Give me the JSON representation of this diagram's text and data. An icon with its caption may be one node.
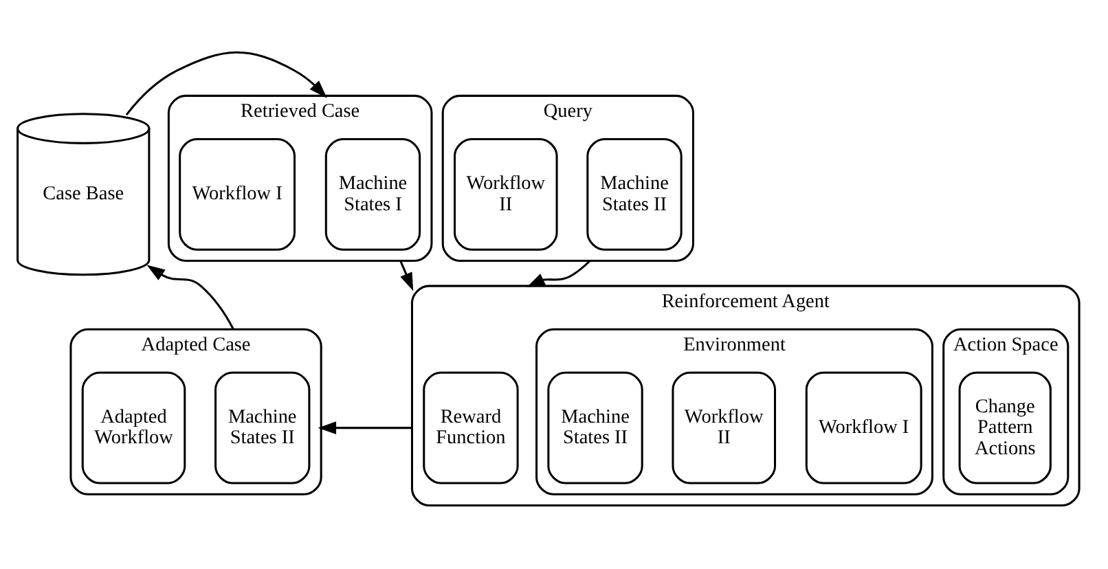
{
  "diagram": {
    "nodes": [
      {
        "text": [
          "Case Base"
        ]
      },
      {
        "text": [
          "Retrieved Case"
        ]
      },
      {
        "text": [
          "Machine States I"
        ],
        "in": 1
      },
      {
        "text": [
          "Workflow I"
        ],
        "in": 1
      },
      {
        "text": [
          "Query"
        ]
      },
      {
        "text": [
          "Machine States II"
        ],
        "in": 4
      },
      {
        "text": [
          "Workflow II"
        ],
        "in": 4
      },
      {
        "text": [
          "Reinforcement Agent"
        ]
      },
      {
        "text": [
          "Action Space"
        ],
        "in": 7
      },
      {
        "text": [
          "Change Pattern Actions"
        ],
        "in": 8
      },
      {
        "text": [
          "Reward Function"
        ],
        "in": 7
      },
      {
        "text": [
          "Environment"
        ],
        "in": 7
      },
      {
        "text": [
          "Workflow I"
        ],
        "in": 11
      },
      {
        "text": [
          "Workflow II"
        ],
        "in": 11
      },
      {
        "text": [
          "Machine States II"
        ],
        "in": 11
      },
      {
        "text": [
          "Adapted Case"
        ]
      },
      {
        "text": [
          "Machine States II"
        ],
        "in": 15
      },
      {
        "text": [
          "Adapted Workflow"
        ],
        "in": 15
      }
    ],
    "edges": [
      {
        "from": 0,
        "to": 1,
        "arrow": "to"
      },
      {
        "from": 1,
        "to": 7,
        "arrow": "to"
      },
      {
        "from": 4,
        "to": 7,
        "arrow": "to"
      },
      {
        "from": 7,
        "to": 15,
        "arrow": "to"
      },
      {
        "from": 15,
        "to": 0,
        "arrow": "to"
      }
    ]
  }
}
